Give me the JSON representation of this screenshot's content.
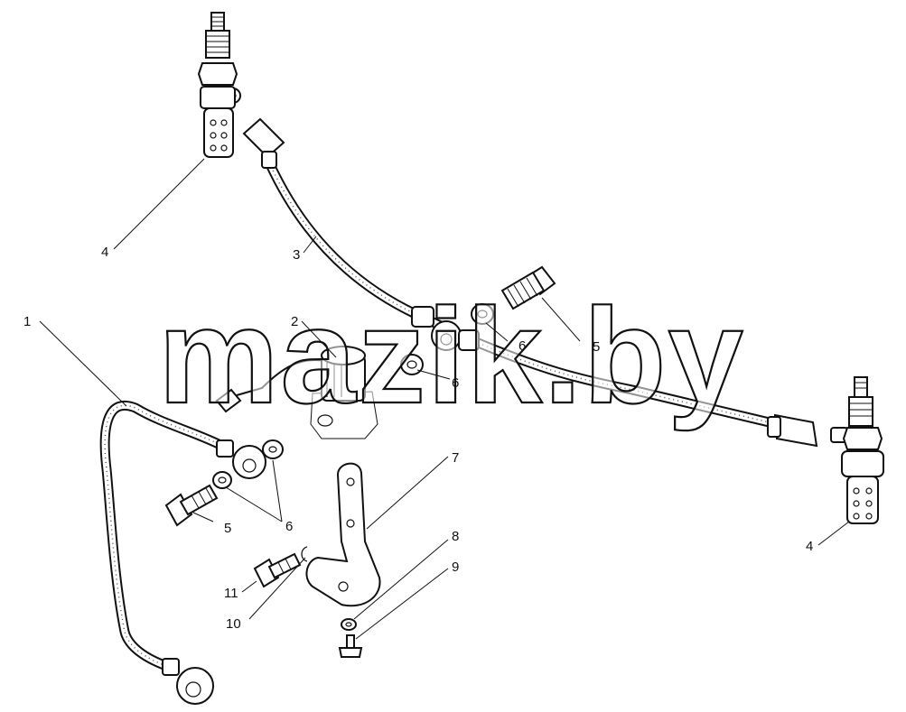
{
  "watermark": "mazik.by",
  "callouts": {
    "c1": "1",
    "c2": "2",
    "c3": "3",
    "c4a": "4",
    "c4b": "4",
    "c5a": "5",
    "c5b": "5",
    "c6a": "6",
    "c6b": "6",
    "c6c": "6",
    "c7": "7",
    "c8": "8",
    "c9": "9",
    "c10": "10",
    "c11": "11"
  }
}
